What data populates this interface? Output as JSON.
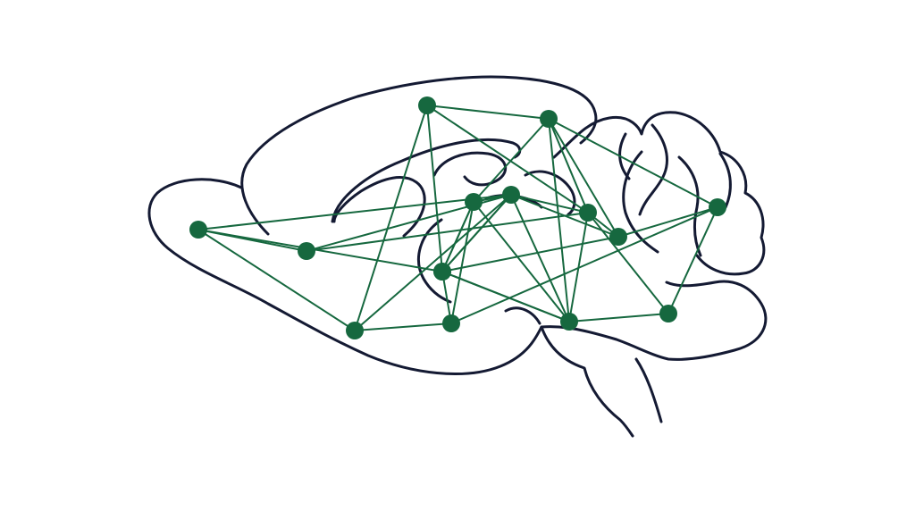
{
  "colors": {
    "background": "#ffffff",
    "outline": "#141a33",
    "network": "#16683f"
  },
  "network": {
    "nodes": [
      {
        "id": "n1"
      },
      {
        "id": "n2"
      },
      {
        "id": "n3"
      },
      {
        "id": "n4"
      },
      {
        "id": "n5"
      },
      {
        "id": "n6"
      },
      {
        "id": "n7"
      },
      {
        "id": "n8"
      },
      {
        "id": "n9"
      },
      {
        "id": "n10"
      },
      {
        "id": "n11"
      },
      {
        "id": "n12"
      },
      {
        "id": "n13"
      },
      {
        "id": "n14"
      },
      {
        "id": "n15"
      }
    ],
    "edges": [
      [
        "n1",
        "n4"
      ],
      [
        "n1",
        "n5"
      ],
      [
        "n1",
        "n7"
      ],
      [
        "n1",
        "n9"
      ],
      [
        "n2",
        "n7"
      ],
      [
        "n2",
        "n10"
      ],
      [
        "n2",
        "n5"
      ],
      [
        "n2",
        "n3"
      ],
      [
        "n3",
        "n10"
      ],
      [
        "n3",
        "n8"
      ],
      [
        "n3",
        "n11"
      ],
      [
        "n3",
        "n12"
      ],
      [
        "n3",
        "n14"
      ],
      [
        "n4",
        "n9"
      ],
      [
        "n4",
        "n10"
      ],
      [
        "n5",
        "n8"
      ],
      [
        "n5",
        "n9"
      ],
      [
        "n5",
        "n11"
      ],
      [
        "n5",
        "n12"
      ],
      [
        "n5",
        "n13"
      ],
      [
        "n7",
        "n9"
      ],
      [
        "n7",
        "n13"
      ],
      [
        "n8",
        "n11"
      ],
      [
        "n8",
        "n13"
      ],
      [
        "n9",
        "n10"
      ],
      [
        "n9",
        "n8"
      ],
      [
        "n9",
        "n12"
      ],
      [
        "n9",
        "n11"
      ],
      [
        "n10",
        "n11"
      ],
      [
        "n10",
        "n12"
      ],
      [
        "n10",
        "n15"
      ],
      [
        "n11",
        "n15"
      ],
      [
        "n12",
        "n14"
      ],
      [
        "n13",
        "n14"
      ],
      [
        "n14",
        "n15"
      ],
      [
        "n6",
        "n9"
      ],
      [
        "n6",
        "n11"
      ],
      [
        "n6",
        "n8"
      ]
    ]
  }
}
